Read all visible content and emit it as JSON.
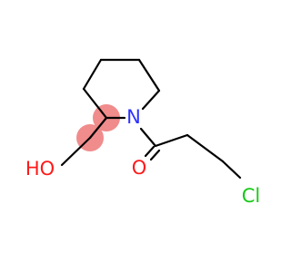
{
  "molecule": {
    "atoms": {
      "nitrogen": {
        "label": "N",
        "color": "#2d33ff"
      },
      "carbonyl_oxygen": {
        "label": "O",
        "color": "#ff1a1a"
      },
      "hydroxyl": {
        "label": "HO",
        "color": "#ff1a1a"
      },
      "chlorine": {
        "label": "Cl",
        "color": "#17c917"
      }
    },
    "highlight_color": "#f08c8c"
  }
}
